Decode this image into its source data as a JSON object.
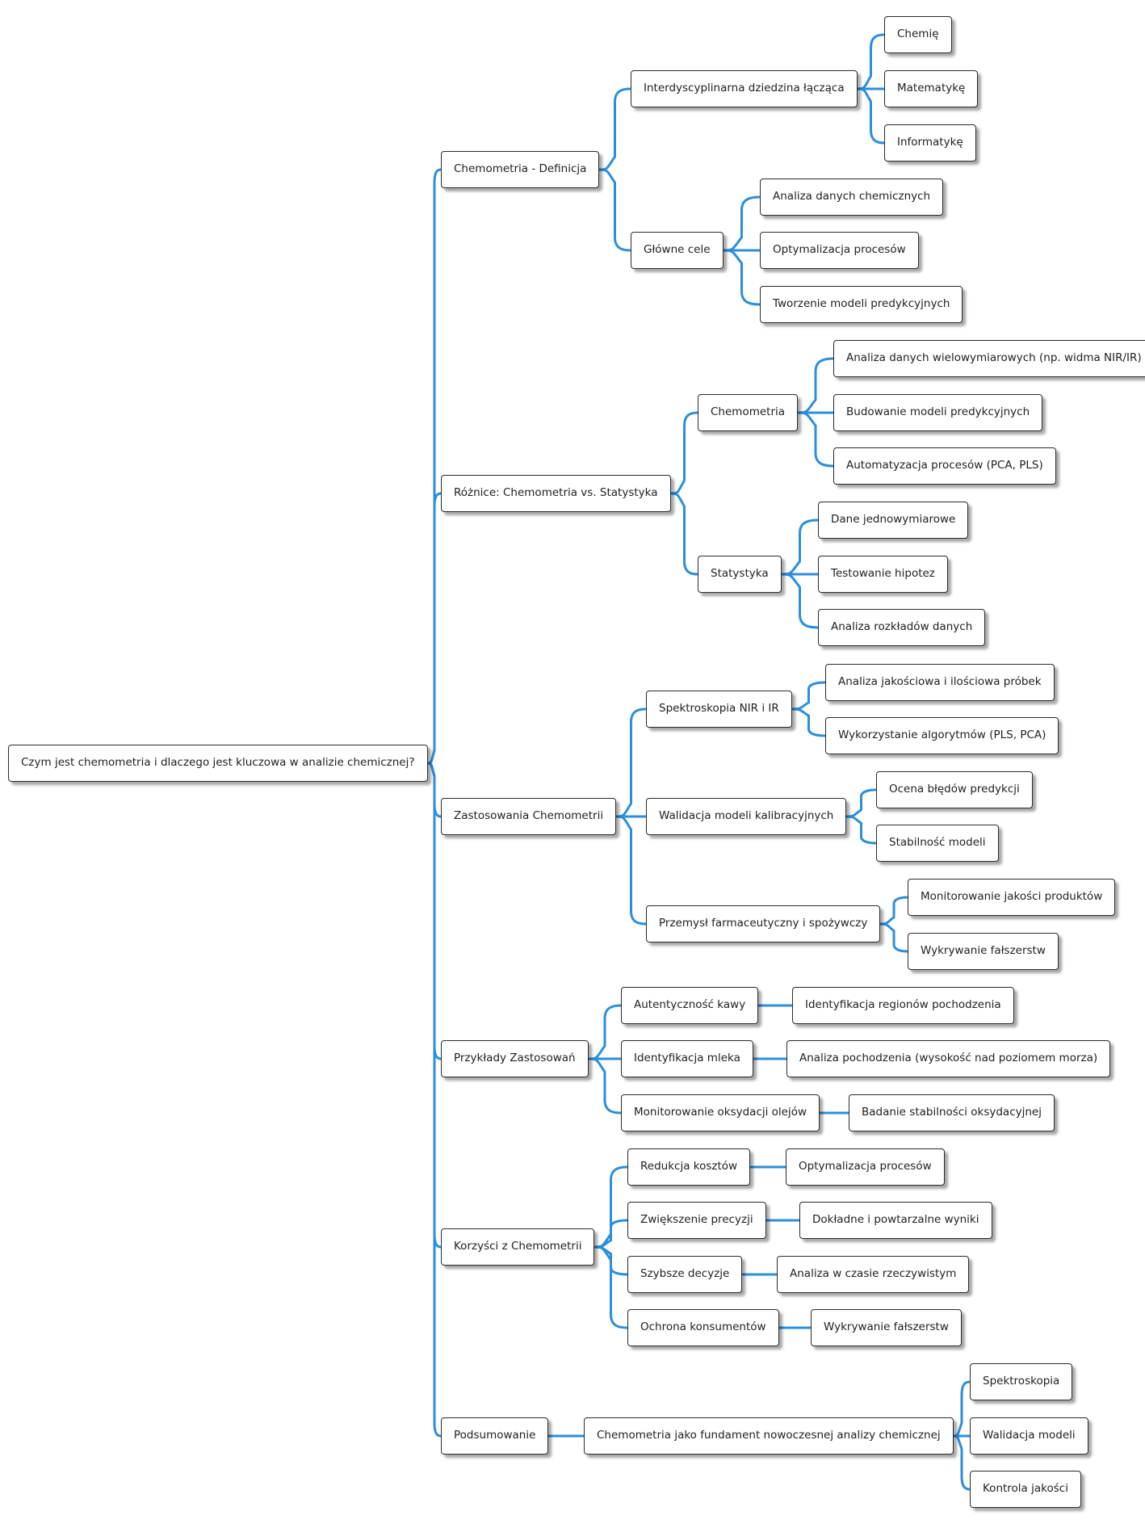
{
  "colors": {
    "edge": "#2b8fdc",
    "border": "#2b2b2b",
    "text": "#1f1f1f"
  },
  "mindmap": {
    "root": {
      "id": "root",
      "label": "Czym jest chemometria i dlaczego jest kluczowa w analizie chemicznej?"
    },
    "nodes": [
      {
        "id": "n1",
        "parent": "root",
        "label": "Chemometria - Definicja"
      },
      {
        "id": "n1a",
        "parent": "n1",
        "label": "Interdyscyplinarna dziedzina łącząca"
      },
      {
        "id": "n1a1",
        "parent": "n1a",
        "label": "Chemię"
      },
      {
        "id": "n1a2",
        "parent": "n1a",
        "label": "Matematykę"
      },
      {
        "id": "n1a3",
        "parent": "n1a",
        "label": "Informatykę"
      },
      {
        "id": "n1b",
        "parent": "n1",
        "label": "Główne cele"
      },
      {
        "id": "n1b1",
        "parent": "n1b",
        "label": "Analiza danych chemicznych"
      },
      {
        "id": "n1b2",
        "parent": "n1b",
        "label": "Optymalizacja procesów"
      },
      {
        "id": "n1b3",
        "parent": "n1b",
        "label": "Tworzenie modeli predykcyjnych"
      },
      {
        "id": "n2",
        "parent": "root",
        "label": "Różnice: Chemometria vs. Statystyka"
      },
      {
        "id": "n2a",
        "parent": "n2",
        "label": "Chemometria"
      },
      {
        "id": "n2a1",
        "parent": "n2a",
        "label": "Analiza danych wielowymiarowych (np. widma NIR/IR)"
      },
      {
        "id": "n2a2",
        "parent": "n2a",
        "label": "Budowanie modeli predykcyjnych"
      },
      {
        "id": "n2a3",
        "parent": "n2a",
        "label": "Automatyzacja procesów (PCA, PLS)"
      },
      {
        "id": "n2b",
        "parent": "n2",
        "label": "Statystyka"
      },
      {
        "id": "n2b1",
        "parent": "n2b",
        "label": "Dane jednowymiarowe"
      },
      {
        "id": "n2b2",
        "parent": "n2b",
        "label": "Testowanie hipotez"
      },
      {
        "id": "n2b3",
        "parent": "n2b",
        "label": "Analiza rozkładów danych"
      },
      {
        "id": "n3",
        "parent": "root",
        "label": "Zastosowania Chemometrii"
      },
      {
        "id": "n3a",
        "parent": "n3",
        "label": "Spektroskopia NIR i IR"
      },
      {
        "id": "n3a1",
        "parent": "n3a",
        "label": "Analiza jakościowa i ilościowa próbek"
      },
      {
        "id": "n3a2",
        "parent": "n3a",
        "label": "Wykorzystanie algorytmów (PLS, PCA)"
      },
      {
        "id": "n3b",
        "parent": "n3",
        "label": "Walidacja modeli kalibracyjnych"
      },
      {
        "id": "n3b1",
        "parent": "n3b",
        "label": "Ocena błędów predykcji"
      },
      {
        "id": "n3b2",
        "parent": "n3b",
        "label": "Stabilność modeli"
      },
      {
        "id": "n3c",
        "parent": "n3",
        "label": "Przemysł farmaceutyczny i spożywczy"
      },
      {
        "id": "n3c1",
        "parent": "n3c",
        "label": "Monitorowanie jakości produktów"
      },
      {
        "id": "n3c2",
        "parent": "n3c",
        "label": "Wykrywanie fałszerstw"
      },
      {
        "id": "n4",
        "parent": "root",
        "label": "Przykłady Zastosowań"
      },
      {
        "id": "n4a",
        "parent": "n4",
        "label": "Autentyczność kawy"
      },
      {
        "id": "n4a1",
        "parent": "n4a",
        "label": "Identyfikacja regionów pochodzenia"
      },
      {
        "id": "n4b",
        "parent": "n4",
        "label": "Identyfikacja mleka"
      },
      {
        "id": "n4b1",
        "parent": "n4b",
        "label": "Analiza pochodzenia (wysokość nad poziomem morza)"
      },
      {
        "id": "n4c",
        "parent": "n4",
        "label": "Monitorowanie oksydacji olejów"
      },
      {
        "id": "n4c1",
        "parent": "n4c",
        "label": "Badanie stabilności oksydacyjnej"
      },
      {
        "id": "n5",
        "parent": "root",
        "label": "Korzyści z Chemometrii"
      },
      {
        "id": "n5a",
        "parent": "n5",
        "label": "Redukcja kosztów"
      },
      {
        "id": "n5a1",
        "parent": "n5a",
        "label": "Optymalizacja procesów"
      },
      {
        "id": "n5b",
        "parent": "n5",
        "label": "Zwiększenie precyzji"
      },
      {
        "id": "n5b1",
        "parent": "n5b",
        "label": "Dokładne i powtarzalne wyniki"
      },
      {
        "id": "n5c",
        "parent": "n5",
        "label": "Szybsze decyzje"
      },
      {
        "id": "n5c1",
        "parent": "n5c",
        "label": "Analiza w czasie rzeczywistym"
      },
      {
        "id": "n5d",
        "parent": "n5",
        "label": "Ochrona konsumentów"
      },
      {
        "id": "n5d1",
        "parent": "n5d",
        "label": "Wykrywanie fałszerstw"
      },
      {
        "id": "n6",
        "parent": "root",
        "label": "Podsumowanie"
      },
      {
        "id": "n6a",
        "parent": "n6",
        "label": "Chemometria jako fundament nowoczesnej analizy chemicznej"
      },
      {
        "id": "n6a1",
        "parent": "n6a",
        "label": "Spektroskopia"
      },
      {
        "id": "n6a2",
        "parent": "n6a",
        "label": "Walidacja modeli"
      },
      {
        "id": "n6a3",
        "parent": "n6a",
        "label": "Kontrola jakości"
      }
    ]
  }
}
